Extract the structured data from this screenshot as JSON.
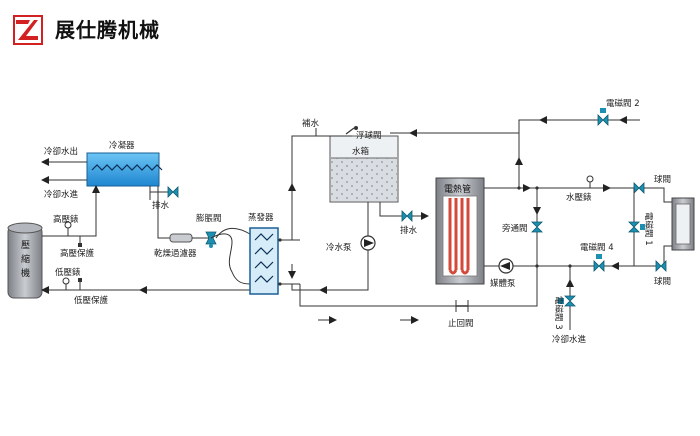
{
  "brand": {
    "name": "展仕腾机械"
  },
  "labels": {
    "chilled_water_out": "冷卻水出",
    "condenser": "冷凝器",
    "chilled_water_in": "冷卻水進",
    "drain_left": "排水",
    "high_pressure_gauge": "高壓錶",
    "high_pressure_protect": "高壓保護",
    "compressor_line1": "壓",
    "compressor_line2": "縮",
    "compressor_line3": "機",
    "low_pressure_gauge": "低壓錶",
    "low_pressure_protect": "低壓保護",
    "expansion_valve": "膨脹閥",
    "dryer_filter": "乾燥過濾器",
    "evaporator": "蒸發器",
    "make_up_water": "補水",
    "float_valve": "浮球閥",
    "water_tank": "水箱",
    "drain_tank": "排水",
    "chilled_water_pump": "冷水泵",
    "electric_heater": "電熱管",
    "bypass_valve": "旁通閥",
    "medium_pump": "媒體泵",
    "check_valve": "止回閥",
    "solenoid_valve_2": "電磁閥 2",
    "water_pressure_gauge": "水壓錶",
    "ball_valve_top": "球閥",
    "ball_valve_bottom": "球閥",
    "solenoid_valve_1": "電磁閥 1",
    "solenoid_valve_4": "電磁閥 4",
    "solenoid_valve_3": "電磁閥 3",
    "cooling_water_in_bottom": "冷卻水進"
  },
  "colors": {
    "line": "#333333",
    "component_blue": "#3aa0e0",
    "tank_gray": "#d9dde2",
    "valve_teal": "#1d8fb0"
  }
}
